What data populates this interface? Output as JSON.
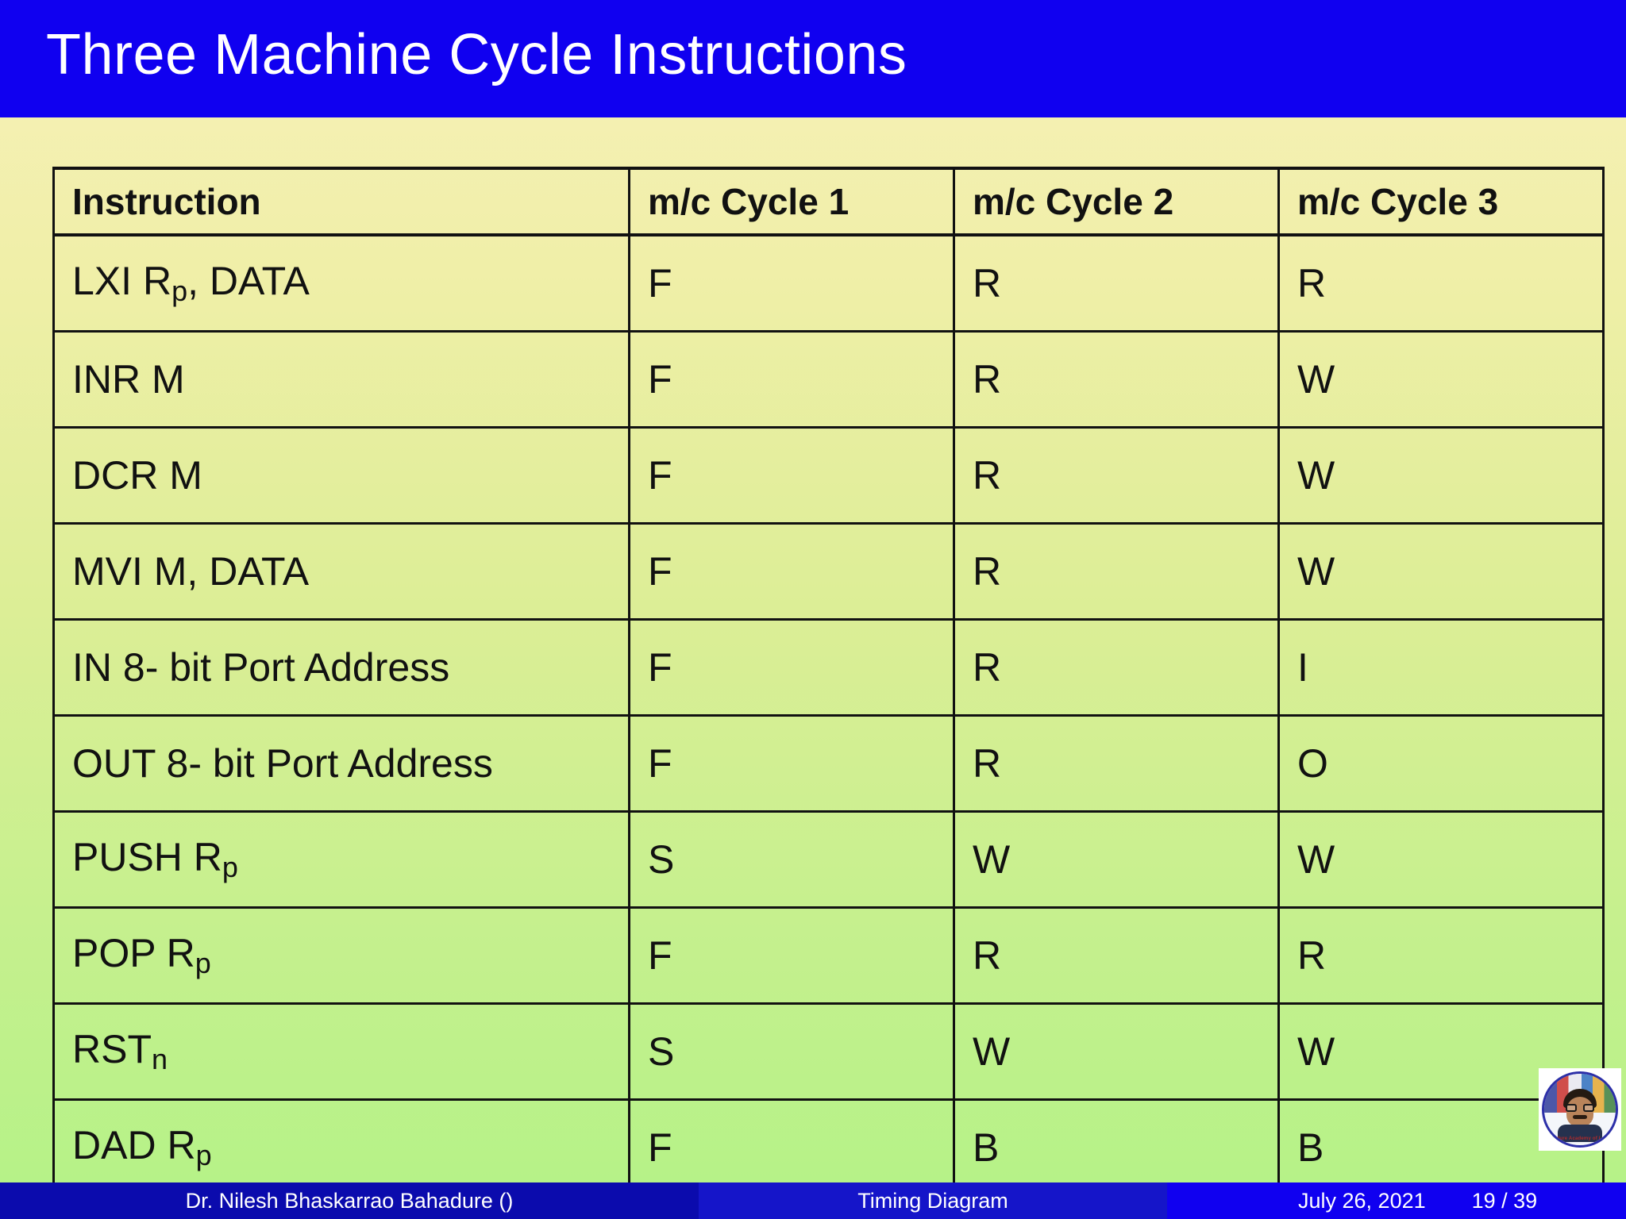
{
  "slide": {
    "title": "Three Machine Cycle Instructions",
    "background_top_color": "#F7F0B9",
    "background_bottom_color": "#B4F287",
    "title_bar_color": "#1000F0",
    "title_text_color": "#FFFFFF"
  },
  "table": {
    "headers": [
      "Instruction",
      "m/c Cycle 1",
      "m/c Cycle 2",
      "m/c Cycle 3"
    ],
    "rows": [
      {
        "instruction": "LXI Rp, DATA",
        "instruction_base": "LXI R",
        "instruction_sub": "p",
        "instruction_tail": ", DATA",
        "cycle1": "F",
        "cycle2": "R",
        "cycle3": "R"
      },
      {
        "instruction": "INR M",
        "instruction_base": "INR M",
        "instruction_sub": "",
        "instruction_tail": "",
        "cycle1": "F",
        "cycle2": "R",
        "cycle3": "W"
      },
      {
        "instruction": "DCR M",
        "instruction_base": "DCR M",
        "instruction_sub": "",
        "instruction_tail": "",
        "cycle1": "F",
        "cycle2": "R",
        "cycle3": "W"
      },
      {
        "instruction": "MVI M, DATA",
        "instruction_base": "MVI M, DATA",
        "instruction_sub": "",
        "instruction_tail": "",
        "cycle1": "F",
        "cycle2": "R",
        "cycle3": "W"
      },
      {
        "instruction": "IN 8- bit Port Address",
        "instruction_base": "IN 8- bit Port Address",
        "instruction_sub": "",
        "instruction_tail": "",
        "cycle1": "F",
        "cycle2": "R",
        "cycle3": "I"
      },
      {
        "instruction": "OUT 8- bit Port Address",
        "instruction_base": "OUT 8- bit Port Address",
        "instruction_sub": "",
        "instruction_tail": "",
        "cycle1": "F",
        "cycle2": "R",
        "cycle3": "O"
      },
      {
        "instruction": "PUSH Rp",
        "instruction_base": "PUSH R",
        "instruction_sub": "p",
        "instruction_tail": "",
        "cycle1": "S",
        "cycle2": "W",
        "cycle3": "W"
      },
      {
        "instruction": "POP Rp",
        "instruction_base": "POP R",
        "instruction_sub": "p",
        "instruction_tail": "",
        "cycle1": "F",
        "cycle2": "R",
        "cycle3": "R"
      },
      {
        "instruction": "RSTn",
        "instruction_base": "RST",
        "instruction_sub": "n",
        "instruction_tail": "",
        "cycle1": "S",
        "cycle2": "W",
        "cycle3": "W"
      },
      {
        "instruction": "DAD Rp",
        "instruction_base": "DAD R",
        "instruction_sub": "p",
        "instruction_tail": "",
        "cycle1": "F",
        "cycle2": "B",
        "cycle3": "B"
      }
    ]
  },
  "logo": {
    "ring_text": "Bahadure Academy of Learning"
  },
  "footer": {
    "author": "Dr. Nilesh Bhaskarrao Bahadure  ()",
    "section": "Timing Diagram",
    "date": "July 26, 2021",
    "page": "19 / 39"
  }
}
